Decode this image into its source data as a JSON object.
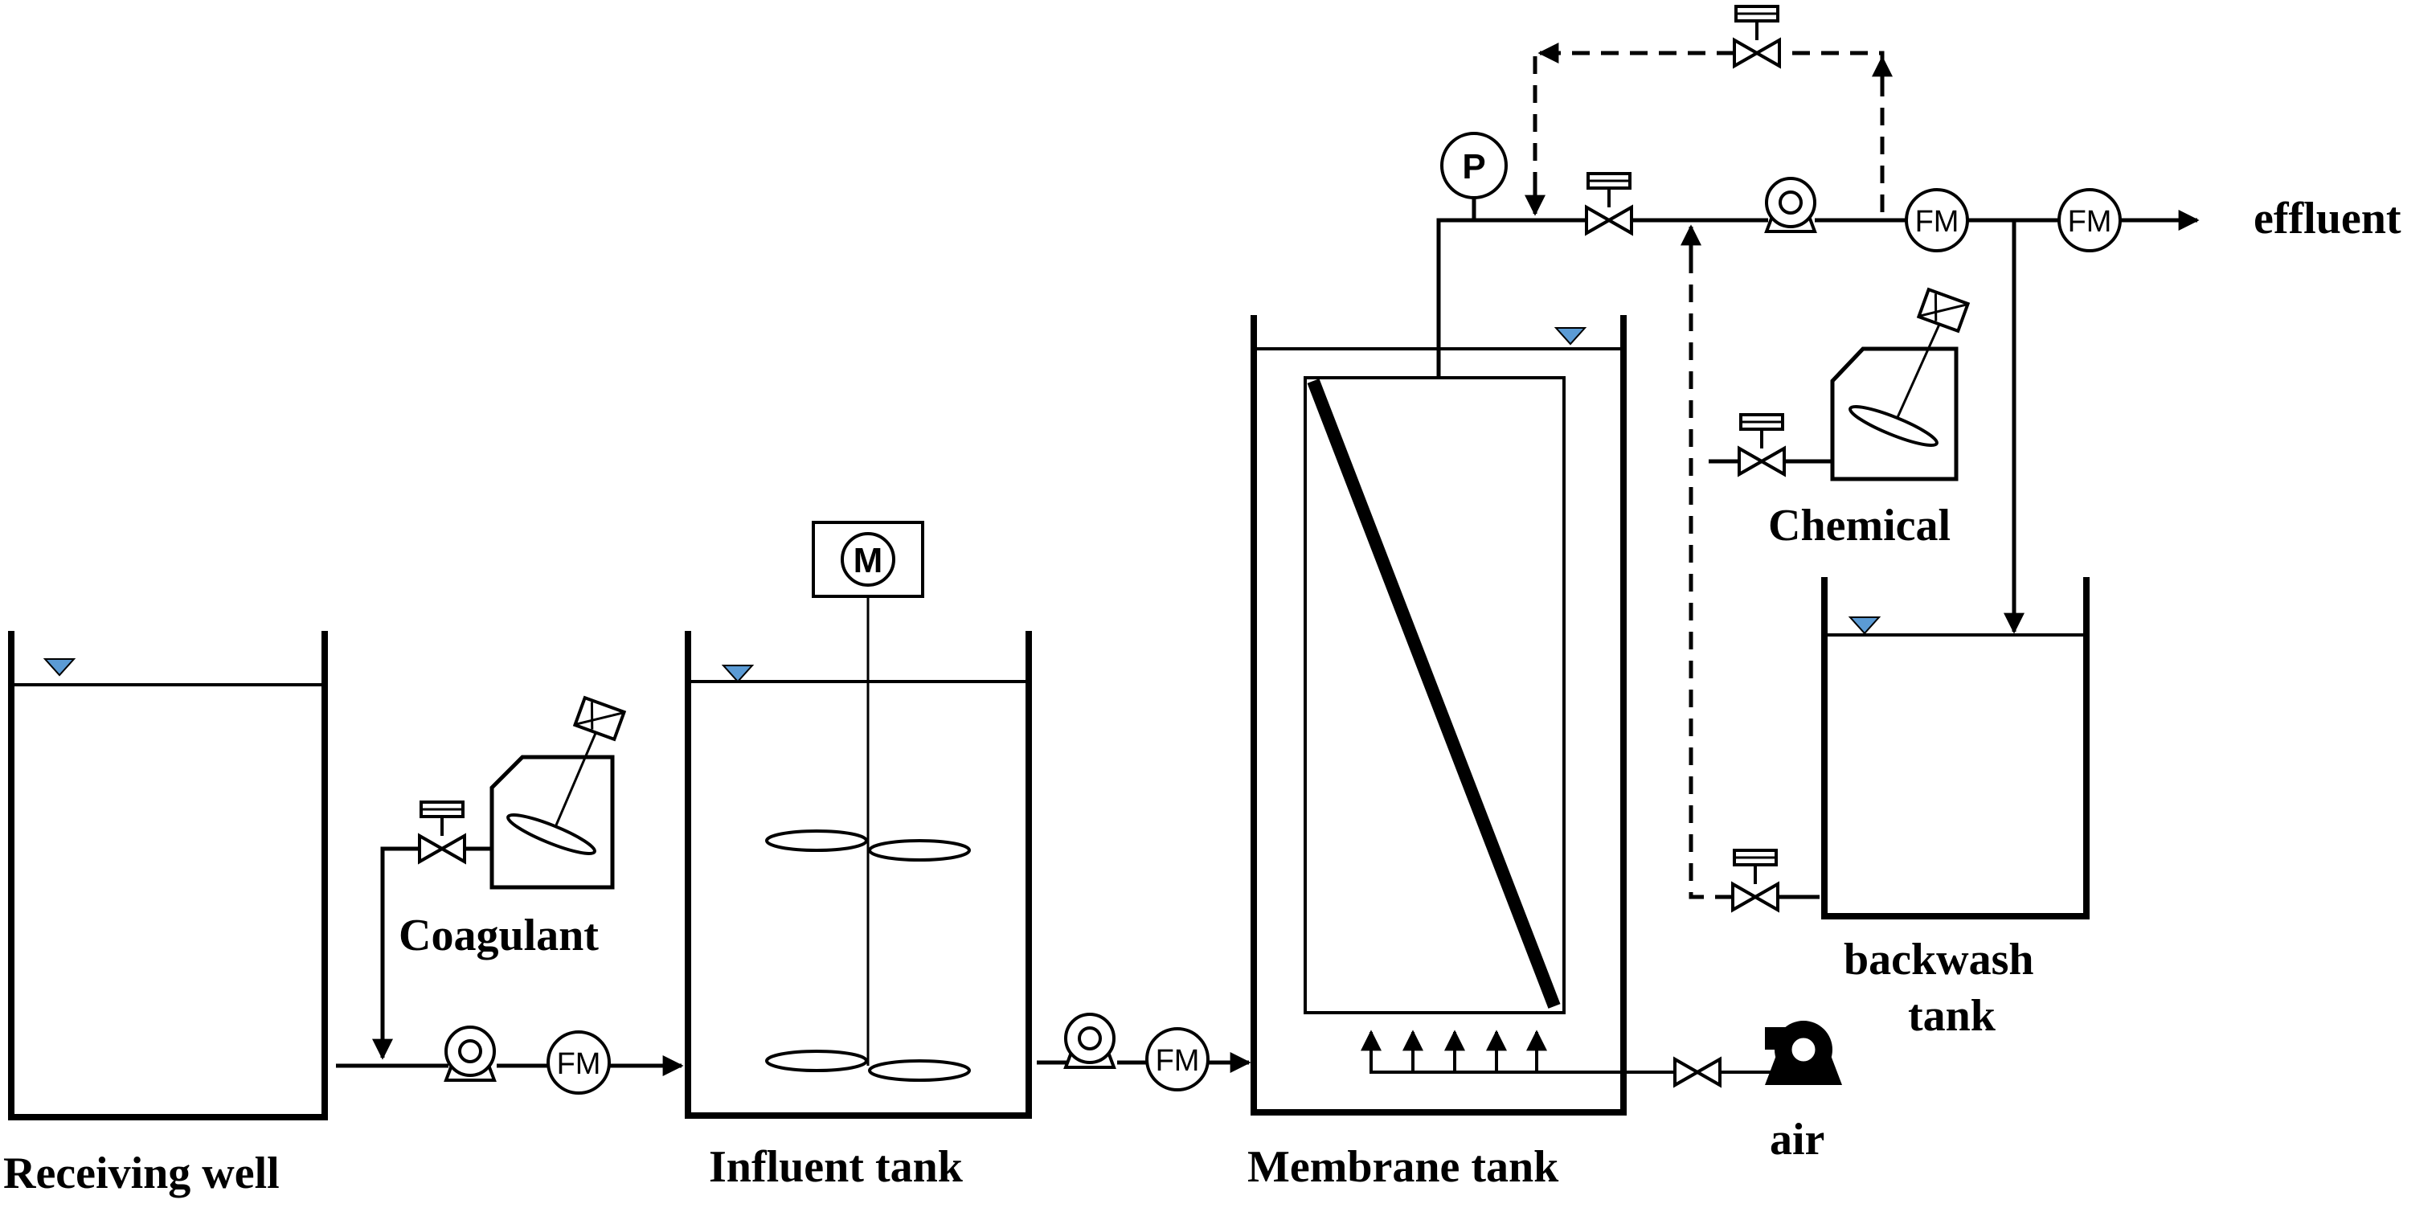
{
  "labels": {
    "receiving_well": "Receiving well",
    "influent_tank": "Influent tank",
    "membrane_tank": "Membrane tank",
    "coagulant": "Coagulant",
    "chemical": "Chemical",
    "backwash_tank_line1": "backwash",
    "backwash_tank_line2": "tank",
    "air": "air",
    "effluent": "effluent"
  },
  "symbols": {
    "flow_meter": "FM",
    "pressure_gauge": "P",
    "motor": "M"
  },
  "colors": {
    "line": "#000000",
    "water_level_marker": "#5b9bd5",
    "background": "#ffffff"
  }
}
